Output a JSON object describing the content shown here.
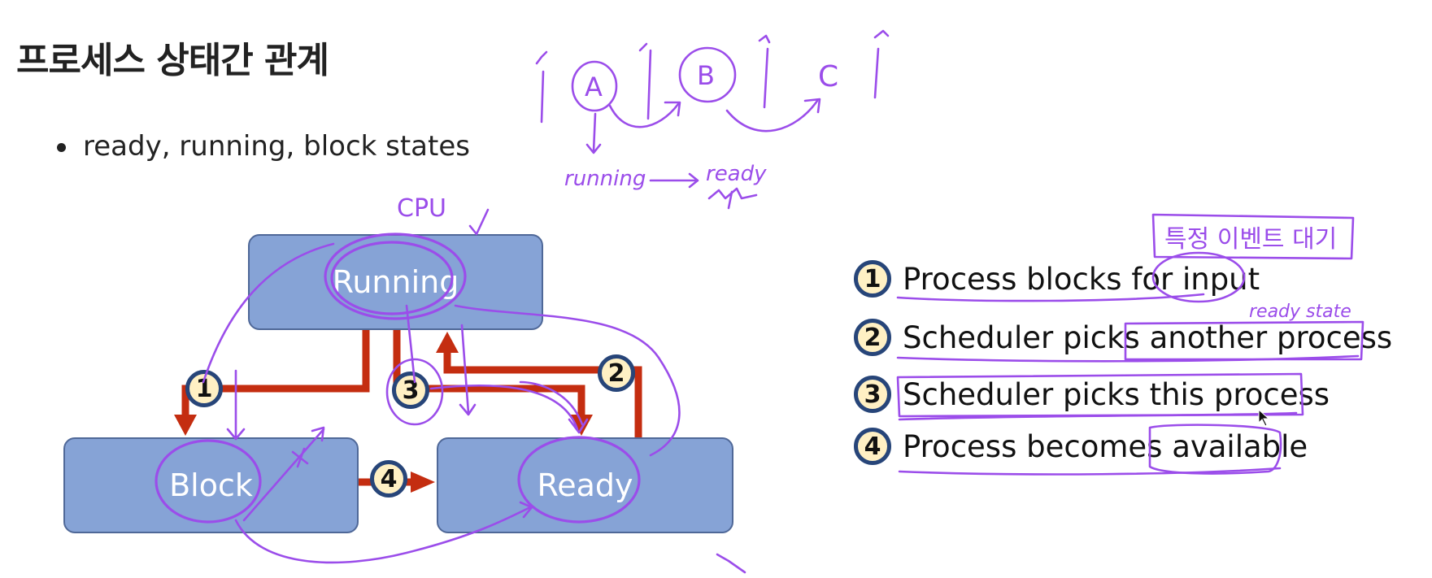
{
  "title": "프로세스 상태간 관계",
  "bullets": [
    "ready, running, block states"
  ],
  "diagram": {
    "states": {
      "running": "Running",
      "block": "Block",
      "ready": "Ready"
    },
    "badges": [
      "1",
      "2",
      "3",
      "4"
    ],
    "arrow_color": "#c42d10",
    "box_color": "#86a3d6"
  },
  "legend": [
    {
      "num": "1",
      "text": "Process blocks for input"
    },
    {
      "num": "2",
      "text": "Scheduler picks another process"
    },
    {
      "num": "3",
      "text": "Scheduler picks this process"
    },
    {
      "num": "4",
      "text": "Process becomes available"
    }
  ],
  "annotations": {
    "cpu": "CPU",
    "running_ready": "running",
    "ready": "ready",
    "a": "A",
    "b": "B",
    "c": "C",
    "event_wait": "특정 이벤트 대기",
    "ready_state": "ready state"
  },
  "ink_color": "#9b4dea"
}
